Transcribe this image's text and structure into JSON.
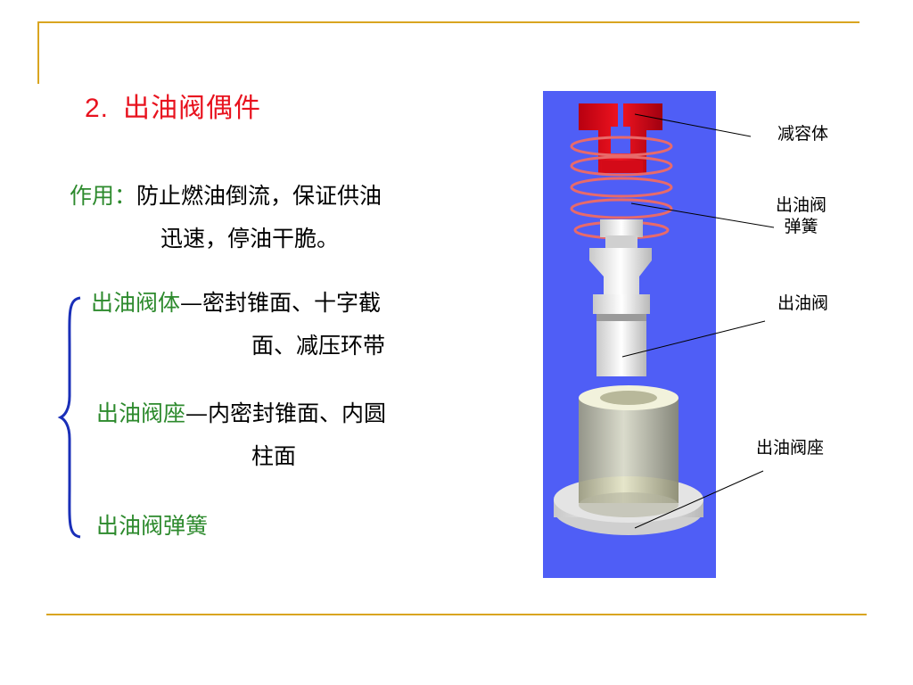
{
  "slide": {
    "title_number": "2.",
    "title_text": "出油阀偶件",
    "usage_label": "作用：",
    "usage_line1": "防止燃油倒流，保证供油",
    "usage_line2": "迅速，停油干脆。",
    "items": [
      {
        "name": "出油阀体",
        "dash": "—",
        "desc1": "密封锥面、十字截",
        "desc2": "面、减压环带"
      },
      {
        "name": "出油阀座",
        "dash": "—",
        "desc1": "内密封锥面、内圆",
        "desc2": "柱面"
      },
      {
        "name": "出油阀弹簧"
      }
    ]
  },
  "diagram": {
    "callouts": [
      {
        "line1": "减容体"
      },
      {
        "line1": "出油阀",
        "line2": "弹簧"
      },
      {
        "line1": "出油阀"
      },
      {
        "line1": "出油阀座"
      }
    ]
  },
  "colors": {
    "title": "#e8121e",
    "accent_green": "#2d8a2d",
    "frame": "#d9a520",
    "brace": "#1a2fb8",
    "picture_bg": "#4f5ef6"
  }
}
